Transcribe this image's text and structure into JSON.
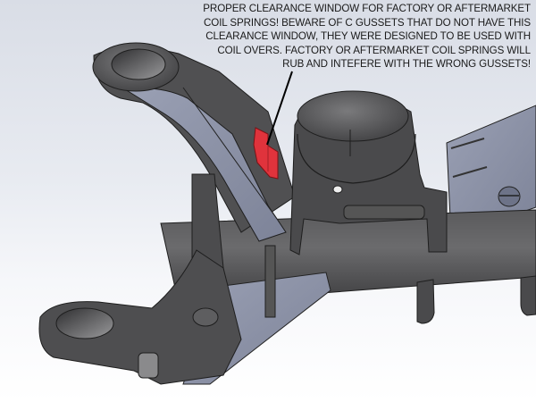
{
  "image": {
    "subject": "CAD render of axle housing with C gusset",
    "highlight_color": "#e0333c",
    "steel_dark": "#4a4a4c",
    "plate_color": "#8c93a8"
  },
  "callout": {
    "lines": [
      "PROPER CLEARANCE WINDOW FOR FACTORY OR AFTERMARKET",
      "COIL SPRINGS! BEWARE OF C GUSSETS THAT DO NOT HAVE THIS",
      "CLEARANCE WINDOW, THEY WERE DESIGNED TO BE USED WITH",
      "COIL OVERS. FACTORY OR AFTERMARKET COIL SPRINGS WILL",
      "RUB AND INTEFERE WITH THE WRONG GUSSETS!"
    ]
  }
}
